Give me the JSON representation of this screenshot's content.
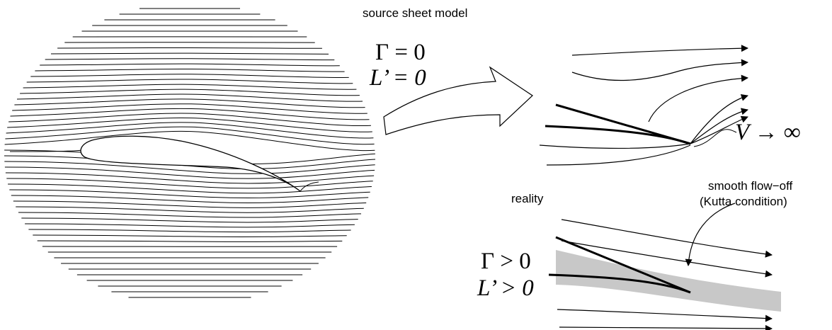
{
  "figure": {
    "left_panel": {
      "name": "airfoil-streamlines"
    },
    "top_right": {
      "title": "source sheet model",
      "gamma_label": "Γ = 0",
      "lift_label": "L’ = 0",
      "velocity_label": "V → ∞"
    },
    "bottom_right": {
      "title": "reality",
      "gamma_label": "Γ > 0",
      "lift_label": "L’ > 0",
      "annotation_line1": "smooth flow−off",
      "annotation_line2": "(Kutta condition)"
    },
    "colors": {
      "line": "#000000",
      "shaded_flow": "#c8c8c8",
      "background": "#ffffff"
    }
  }
}
